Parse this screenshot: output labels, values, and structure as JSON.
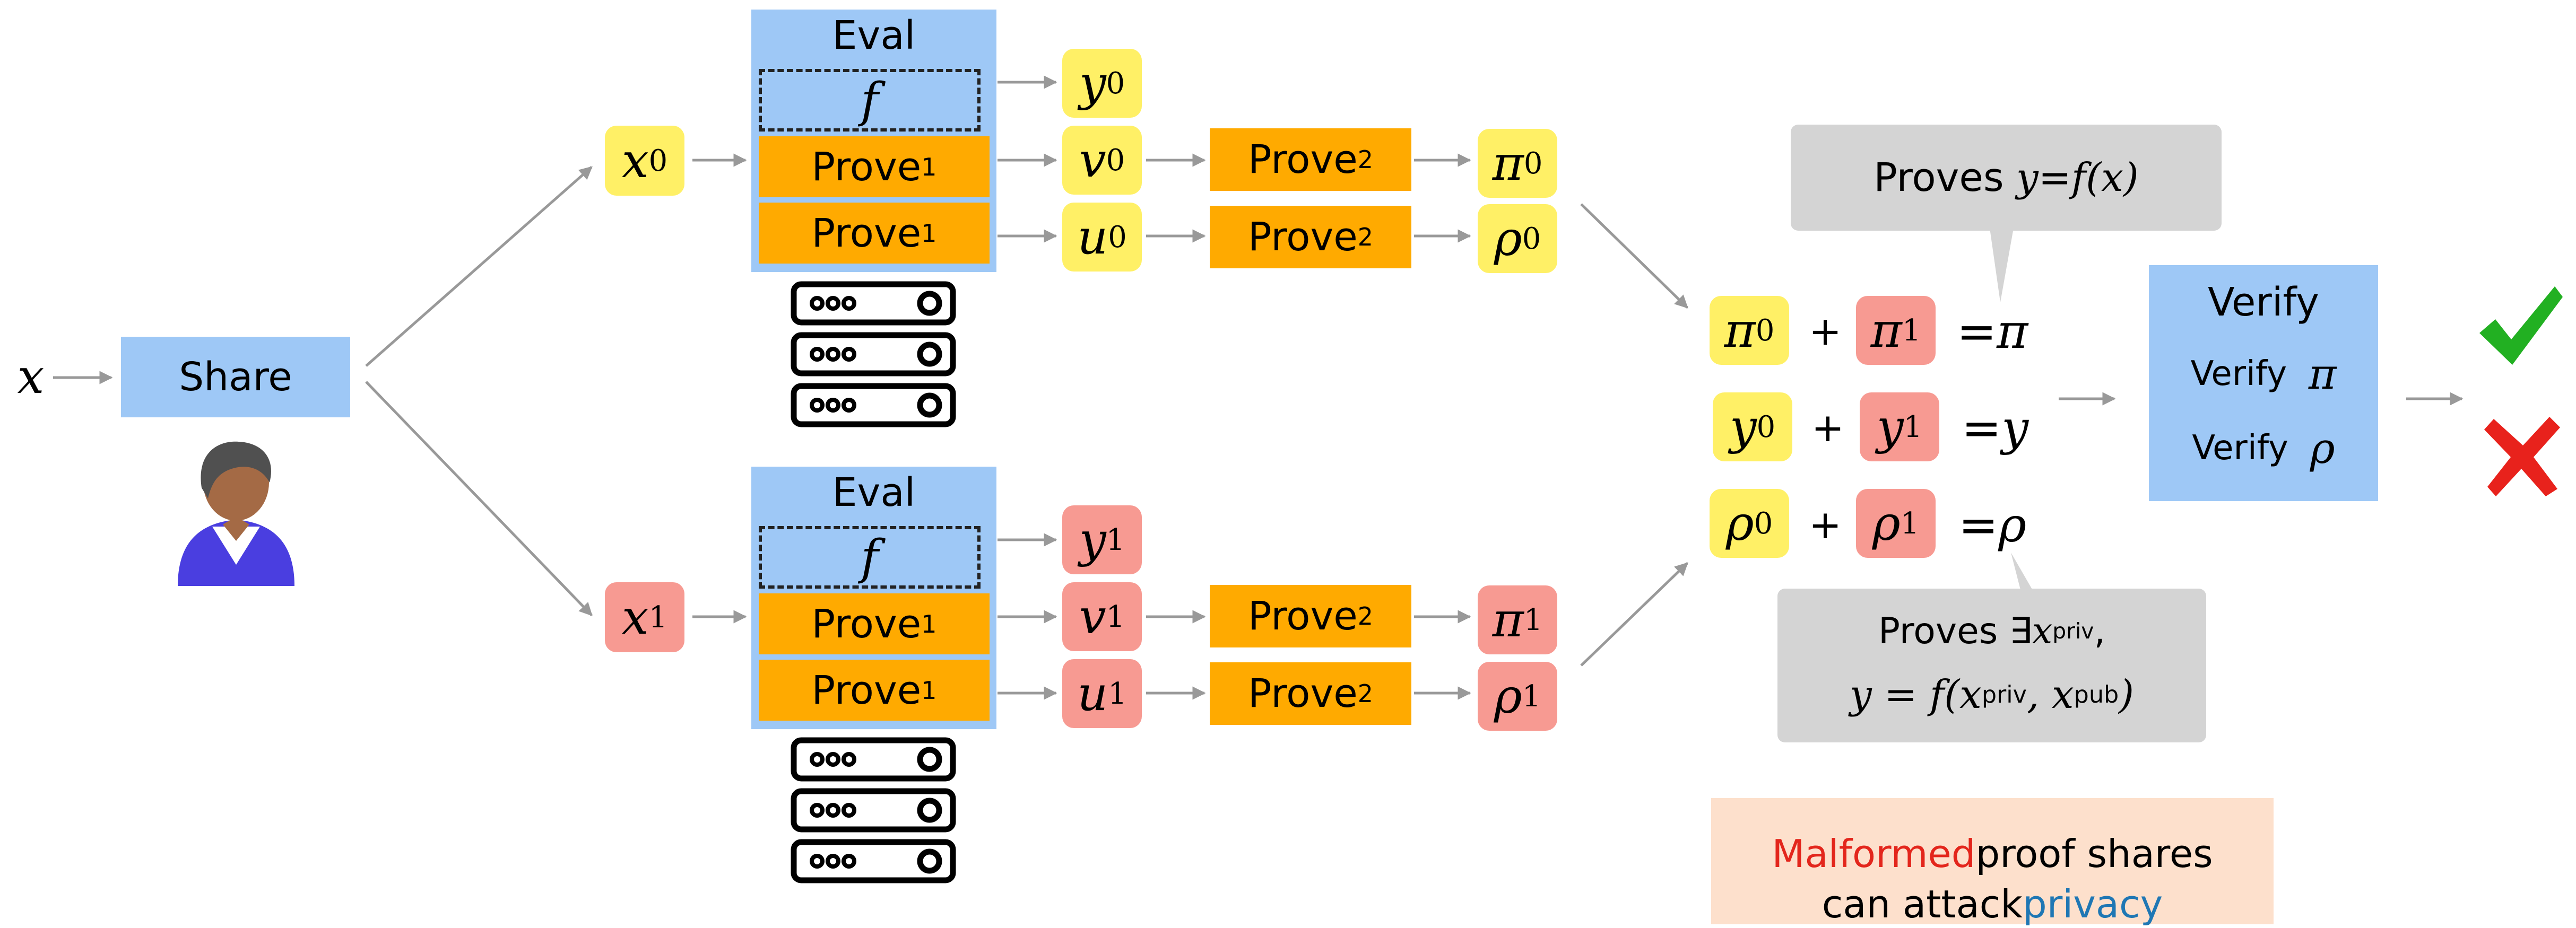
{
  "input": {
    "var": "x"
  },
  "share": {
    "label": "Share"
  },
  "parties": [
    {
      "eval_label": "Eval",
      "func": "f",
      "prove1_label": "Prove",
      "prove1_sub": "1",
      "prove2_label": "Prove",
      "prove2_sub": "2",
      "x_var": "x",
      "x_sub": "0",
      "y_var": "y",
      "y_sub": "0",
      "v_var": "v",
      "v_sub": "0",
      "u_var": "u",
      "u_sub": "0",
      "pi_var": "π",
      "pi_sub": "0",
      "rho_var": "ρ",
      "rho_sub": "0",
      "color": "#fff066"
    },
    {
      "eval_label": "Eval",
      "func": "f",
      "prove1_label": "Prove",
      "prove1_sub": "1",
      "prove2_label": "Prove",
      "prove2_sub": "2",
      "x_var": "x",
      "x_sub": "1",
      "y_var": "y",
      "y_sub": "1",
      "v_var": "v",
      "v_sub": "1",
      "u_var": "u",
      "u_sub": "1",
      "pi_var": "π",
      "pi_sub": "1",
      "rho_var": "ρ",
      "rho_sub": "1",
      "color": "#f79a92"
    }
  ],
  "combine": {
    "plus": "+",
    "rows": [
      {
        "a": "π",
        "a_sub": "0",
        "b": "π",
        "b_sub": "1",
        "eq": "= ",
        "result": "π"
      },
      {
        "a": "y",
        "a_sub": "0",
        "b": "y",
        "b_sub": "1",
        "eq": "= ",
        "result": "y"
      },
      {
        "a": "ρ",
        "a_sub": "0",
        "b": "ρ",
        "b_sub": "1",
        "eq": "= ",
        "result": "ρ"
      }
    ]
  },
  "callout_top": {
    "prefix": "Proves ",
    "expr_lhs": "y",
    "expr_eq": " = ",
    "expr_rhs": "f(x)"
  },
  "callout_bottom": {
    "line1_prefix": "Proves ",
    "line1_exists": "∃",
    "line1_var": "x",
    "line1_sub": "priv",
    "line1_comma": ",",
    "line2_lhs": "y = f(x",
    "line2_sub1": "priv",
    "line2_mid": ", x",
    "line2_sub2": "pub",
    "line2_end": ")"
  },
  "verify": {
    "title": "Verify",
    "line1_label": "Verify",
    "line1_var": "π",
    "line2_label": "Verify",
    "line2_var": "ρ"
  },
  "result_icons": {
    "accept": "check-icon",
    "reject": "cross-icon",
    "accept_color": "#22b022",
    "reject_color": "#e8221c"
  },
  "note": {
    "word1": "Malformed",
    "mid1": " proof shares",
    "mid2": "can attack ",
    "word2": "privacy",
    "word1_color": "#e3261c",
    "word2_color": "#1f77b4",
    "bg": "#fde0cc"
  },
  "colors": {
    "eval_bg": "#9ec8f6",
    "prove_bg": "#ffaa00",
    "arrow": "#999999",
    "callout_bg": "#d4d4d4"
  }
}
